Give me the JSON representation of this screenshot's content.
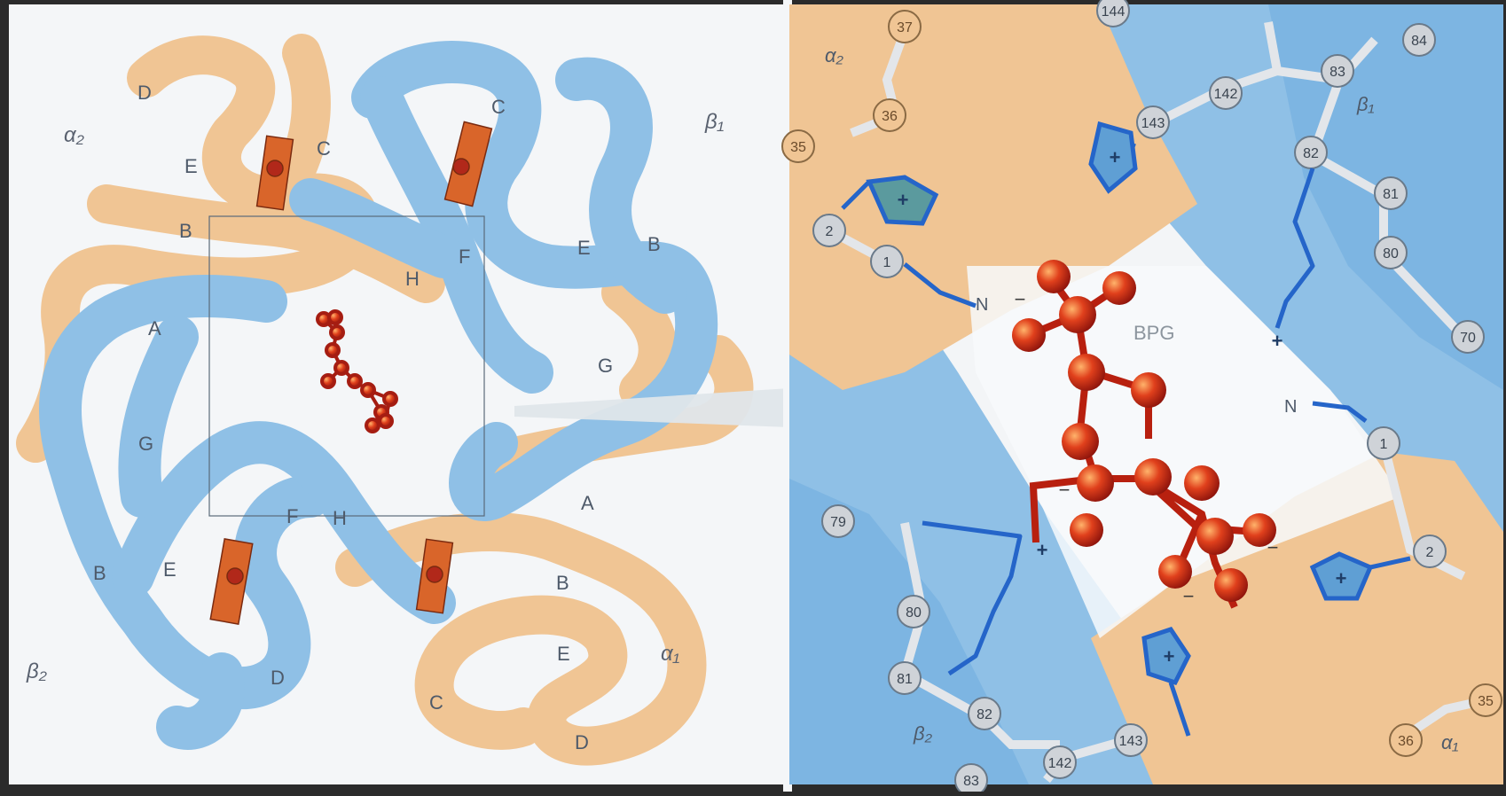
{
  "left_panel": {
    "subunits": {
      "alpha2": "α₂",
      "beta1": "β₁",
      "beta2": "β₂",
      "alpha1": "α₁"
    },
    "helix_labels": {
      "a2_D": "D",
      "a2_E": "E",
      "a2_C": "C",
      "a2_B": "B",
      "b1_C": "C",
      "b1_H": "H",
      "b1_F": "F",
      "b1_E": "E",
      "b1_B": "B",
      "b1_G": "G",
      "b1_A": "A",
      "b2_A": "A",
      "b2_G": "G",
      "b2_F": "F",
      "b2_H": "H",
      "b2_B": "B",
      "b2_E": "E",
      "b2_D": "D",
      "a1_B": "B",
      "a1_E": "E",
      "a1_C": "C",
      "a1_D": "D"
    }
  },
  "right_panel": {
    "subunits": {
      "alpha2": "α₂",
      "beta1": "β₁",
      "beta2": "β₂",
      "alpha1": "α₁"
    },
    "ligand_label": "BPG",
    "n_terminus": "N",
    "residues_top": [
      "37",
      "36",
      "35",
      "144",
      "143",
      "142",
      "84",
      "83",
      "82",
      "81",
      "80",
      "70",
      "2",
      "1"
    ],
    "residues_bottom": [
      "79",
      "80",
      "81",
      "82",
      "83",
      "143",
      "142",
      "36",
      "35",
      "1",
      "2"
    ],
    "charges": {
      "plus": "+",
      "minus": "−"
    }
  },
  "colors": {
    "beta": "#8fc0e6",
    "beta_dark": "#5f9fd4",
    "alpha": "#f0c594",
    "heme": "#d9652a",
    "bpg": "#c8261a",
    "sidechain": "#2565c9",
    "residue": "#cfd3d8"
  }
}
